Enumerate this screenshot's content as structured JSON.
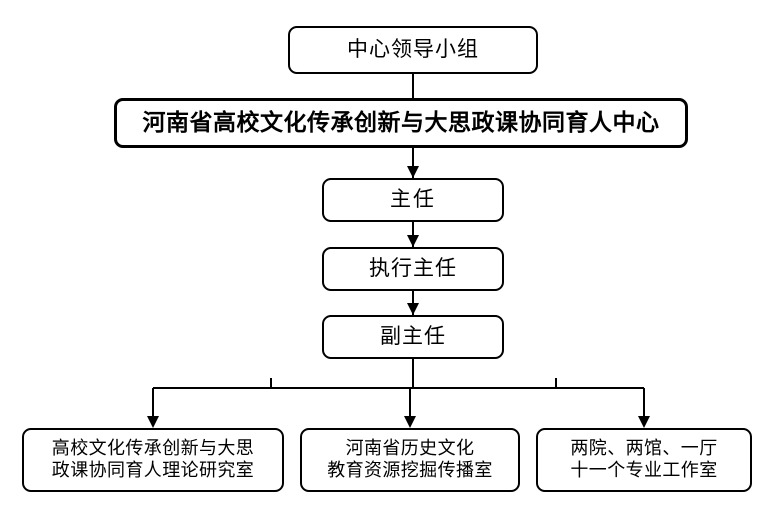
{
  "diagram": {
    "type": "org-chart",
    "title_node": "河南省高校文化传承创新与大思政课协同育人中心",
    "nodes": {
      "top": "中心领导小组",
      "center": "河南省高校文化传承创新与大思政课协同育人中心",
      "director": "主任",
      "executive_director": "执行主任",
      "vice_director": "副主任",
      "leaf1": "高校文化传承创新与大思\n政课协同育人理论研究室",
      "leaf2": "河南省历史文化\n教育资源挖掘传播室",
      "leaf3": "两院、两馆、一厅\n十一个专业工作室"
    },
    "colors": {
      "line": "#000000",
      "node_border": "#000000",
      "node_fill": "#ffffff",
      "text": "#000000",
      "background": "#ffffff"
    }
  }
}
